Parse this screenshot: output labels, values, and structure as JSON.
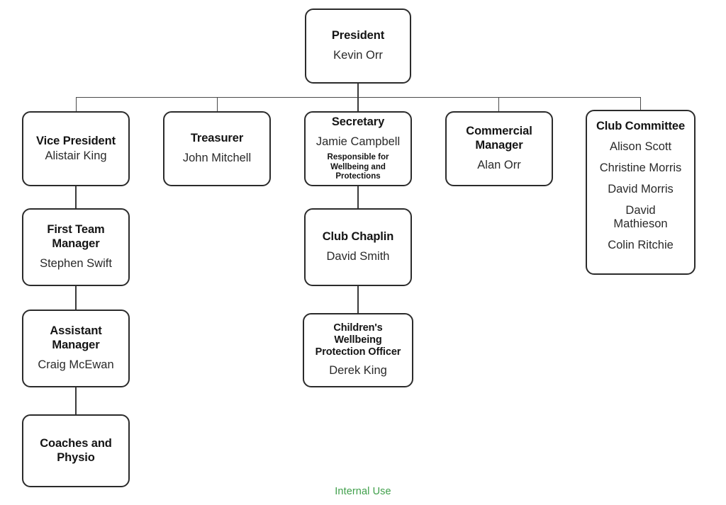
{
  "chart": {
    "type": "org-chart",
    "footer_label": "Internal Use",
    "footer_color": "#3f9f4a",
    "box_border_color": "#2b2b2b",
    "line_color": "#3a3a3a",
    "background": "#ffffff",
    "nodes": {
      "president": {
        "title": "President",
        "person": "Kevin Orr"
      },
      "vice_president": {
        "title": "Vice President",
        "person": "Alistair King"
      },
      "treasurer": {
        "title": "Treasurer",
        "person": "John Mitchell"
      },
      "secretary": {
        "title": "Secretary",
        "person": "Jamie Campbell",
        "note": "Responsible for Wellbeing and Protections"
      },
      "commercial_manager": {
        "title": "Commercial Manager",
        "person": "Alan Orr"
      },
      "club_committee": {
        "title": "Club Committee",
        "members": [
          "Alison Scott",
          "Christine Morris",
          "David Morris",
          "David Mathieson",
          "Colin Ritchie"
        ]
      },
      "first_team_manager": {
        "title": "First Team Manager",
        "person": "Stephen Swift"
      },
      "assistant_manager": {
        "title": "Assistant Manager",
        "person": "Craig McEwan"
      },
      "coaches_and_physio": {
        "title": "Coaches and Physio"
      },
      "club_chaplin": {
        "title": "Club Chaplin",
        "person": "David Smith"
      },
      "childrens_wellbeing_officer": {
        "title": "Children's Wellbeing Protection Officer",
        "person": "Derek King"
      }
    }
  }
}
